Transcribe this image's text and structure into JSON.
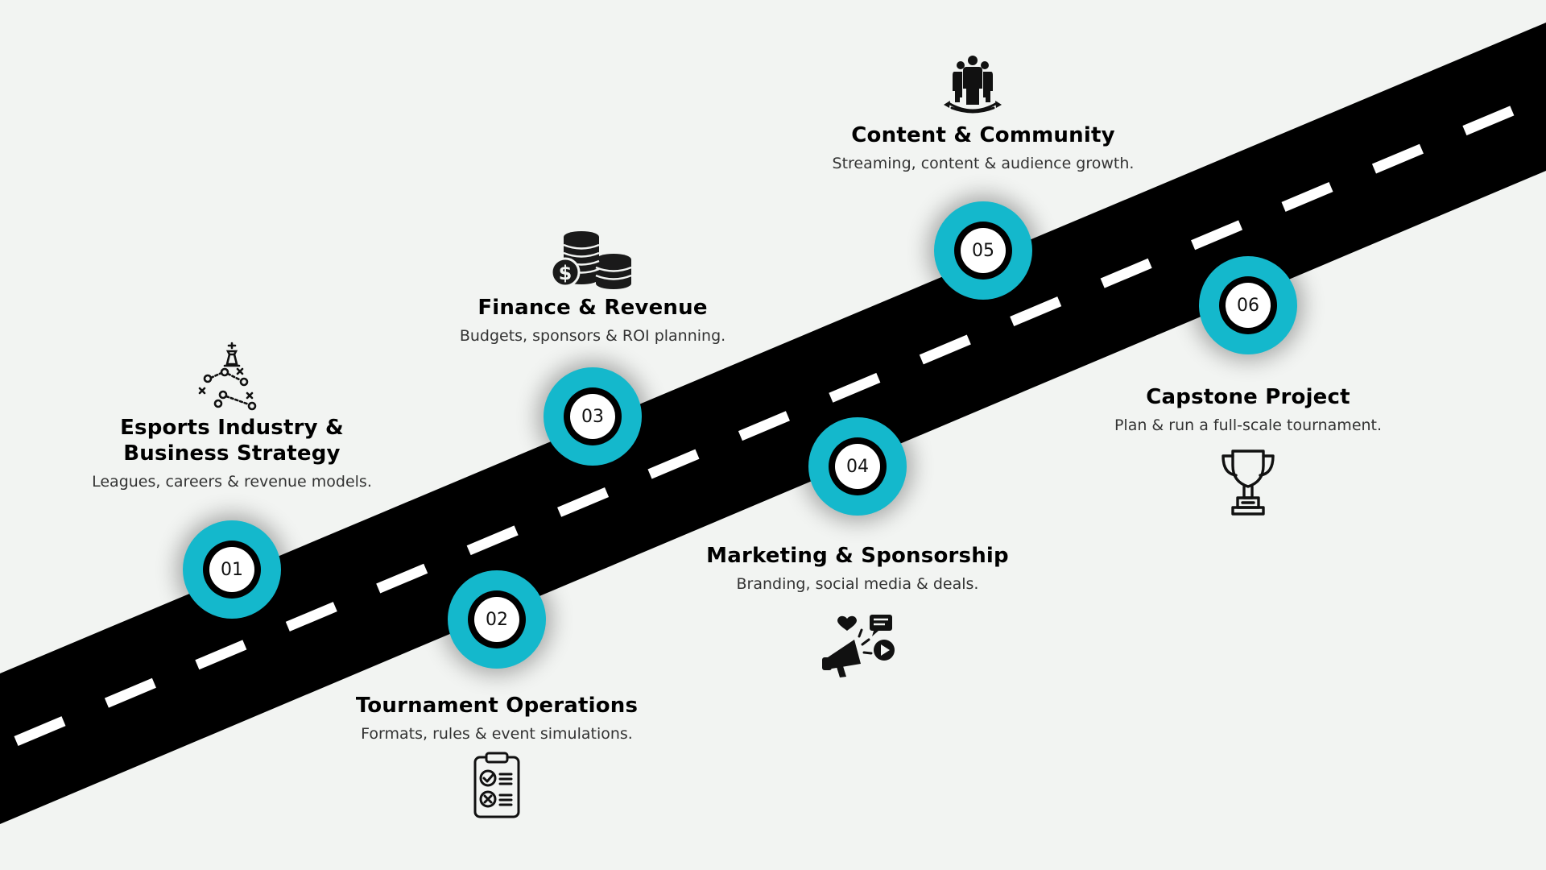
{
  "colors": {
    "background": "#f2f4f2",
    "road": "#000000",
    "lane_marking": "#ffffff",
    "accent": "#14b8cc"
  },
  "steps": [
    {
      "number": "01",
      "title_line1": "Esports Industry &",
      "title_line2": "Business Strategy",
      "description": "Leagues, careers & revenue models.",
      "icon": "strategy-chess-play-icon"
    },
    {
      "number": "02",
      "title_line1": "Tournament Operations",
      "description": "Formats, rules & event simulations.",
      "icon": "clipboard-checklist-icon"
    },
    {
      "number": "03",
      "title_line1": "Finance & Revenue",
      "description": "Budgets, sponsors & ROI planning.",
      "icon": "coin-stacks-dollar-icon"
    },
    {
      "number": "04",
      "title_line1": "Marketing & Sponsorship",
      "description": "Branding, social media & deals.",
      "icon": "megaphone-social-icon"
    },
    {
      "number": "05",
      "title_line1": "Content & Community",
      "description": "Streaming, content & audience growth.",
      "icon": "community-people-icon"
    },
    {
      "number": "06",
      "title_line1": "Capstone Project",
      "description": "Plan & run a full-scale tournament.",
      "icon": "trophy-icon"
    }
  ]
}
